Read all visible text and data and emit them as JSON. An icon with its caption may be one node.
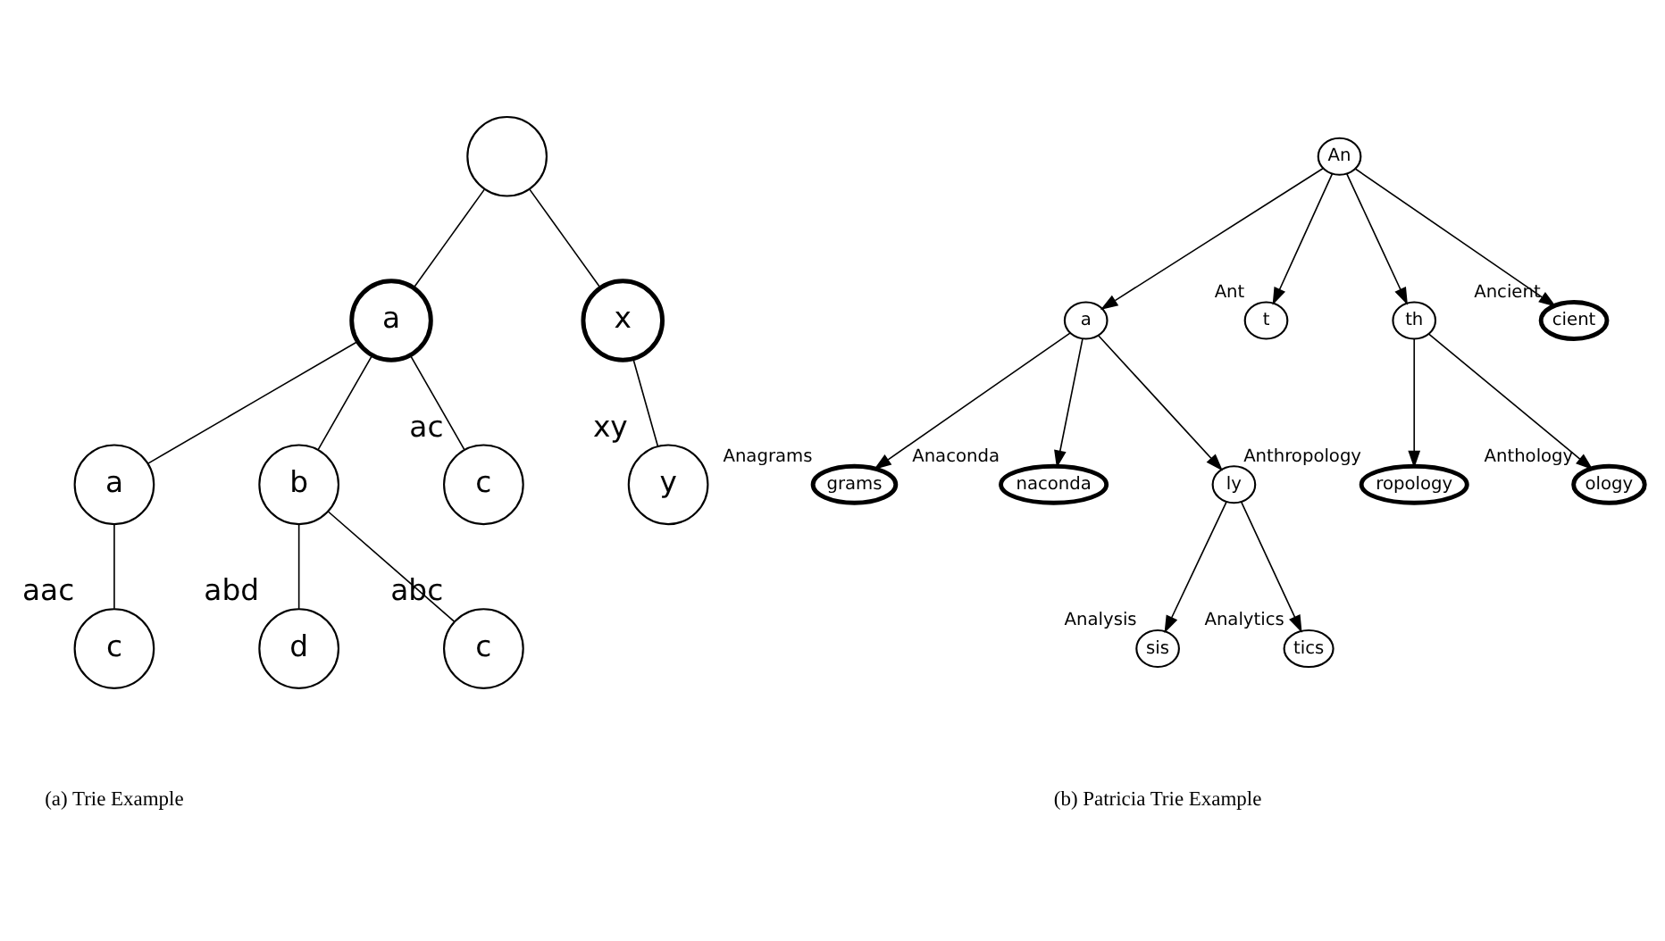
{
  "diagram": {
    "nodes": [
      {
        "text": [],
        "shape": "circle"
      },
      {
        "text": [
          "a"
        ]
      },
      {
        "text": [
          "x"
        ]
      },
      {
        "text": [
          "a"
        ]
      },
      {
        "text": [
          "b"
        ]
      },
      {
        "text": [
          "c"
        ],
        "beside": [
          "ac"
        ]
      },
      {
        "text": [
          "y"
        ],
        "beside": [
          "xy"
        ]
      },
      {
        "text": [
          "c"
        ],
        "beside": [
          "aac"
        ]
      },
      {
        "text": [
          "d"
        ],
        "beside": [
          "abd"
        ]
      },
      {
        "text": [
          "c"
        ],
        "beside": [
          "abc"
        ]
      },
      {
        "text": [
          "An"
        ]
      },
      {
        "text": [
          "a"
        ]
      },
      {
        "text": [
          "t"
        ],
        "beside": [
          "Ant"
        ]
      },
      {
        "text": [
          "th"
        ]
      },
      {
        "text": [
          "cient"
        ],
        "beside": [
          "Ancient"
        ]
      },
      {
        "text": [
          "grams"
        ],
        "beside": [
          "Anagrams"
        ]
      },
      {
        "text": [
          "naconda"
        ],
        "beside": [
          "Anaconda"
        ]
      },
      {
        "text": [
          "ly"
        ]
      },
      {
        "text": [
          "ropology"
        ],
        "beside": [
          "Anthropology"
        ]
      },
      {
        "text": [
          "ology"
        ],
        "beside": [
          "Anthology"
        ]
      },
      {
        "text": [
          "sis"
        ],
        "beside": [
          "Analysis"
        ]
      },
      {
        "text": [
          "tics"
        ],
        "beside": [
          "Analytics"
        ]
      }
    ],
    "edges": [
      {
        "from": 0,
        "to": 1,
        "arrow": "none"
      },
      {
        "from": 0,
        "to": 2,
        "arrow": "none"
      },
      {
        "from": 1,
        "to": 3,
        "arrow": "none"
      },
      {
        "from": 1,
        "to": 4,
        "arrow": "none"
      },
      {
        "from": 1,
        "to": 5,
        "arrow": "none"
      },
      {
        "from": 2,
        "to": 6,
        "arrow": "none"
      },
      {
        "from": 3,
        "to": 7,
        "arrow": "none"
      },
      {
        "from": 4,
        "to": 8,
        "arrow": "none"
      },
      {
        "from": 4,
        "to": 9,
        "arrow": "none"
      },
      {
        "from": 10,
        "to": 11,
        "arrow": "to"
      },
      {
        "from": 10,
        "to": 12,
        "arrow": "to"
      },
      {
        "from": 10,
        "to": 13,
        "arrow": "to"
      },
      {
        "from": 10,
        "to": 14,
        "arrow": "to"
      },
      {
        "from": 11,
        "to": 15,
        "arrow": "to"
      },
      {
        "from": 11,
        "to": 16,
        "arrow": "to"
      },
      {
        "from": 11,
        "to": 17,
        "arrow": "to"
      },
      {
        "from": 13,
        "to": 18,
        "arrow": "to"
      },
      {
        "from": 13,
        "to": 19,
        "arrow": "to"
      },
      {
        "from": 17,
        "to": 20,
        "arrow": "to"
      },
      {
        "from": 17,
        "to": 21,
        "arrow": "to"
      }
    ],
    "labels": [
      "(a) Trie Example",
      "(b) Patricia Trie Example"
    ]
  }
}
